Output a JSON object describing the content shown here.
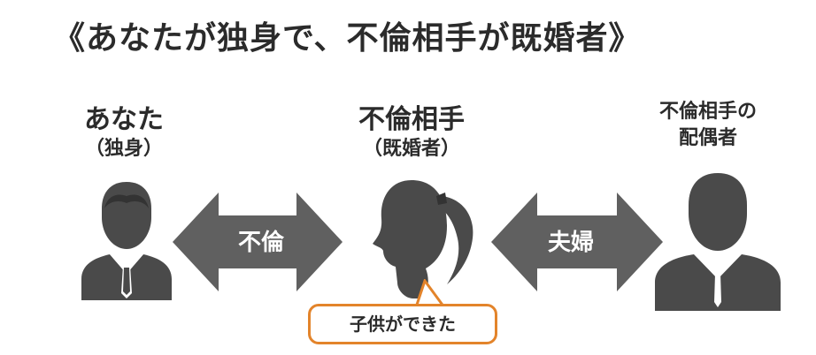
{
  "title": "《あなたが独身で、不倫相手が既婚者》",
  "people": {
    "you": {
      "name": "あなた",
      "status": "（独身）"
    },
    "partner": {
      "name": "不倫相手",
      "status": "（既婚者）"
    },
    "spouse": {
      "line1": "不倫相手の",
      "line2": "配偶者"
    }
  },
  "relations": {
    "affair": "不倫",
    "marriage": "夫婦"
  },
  "callout": "子供ができた",
  "colors": {
    "figure": "#4a4a4a",
    "arrow": "#606060",
    "callout_border": "#e3842b"
  }
}
